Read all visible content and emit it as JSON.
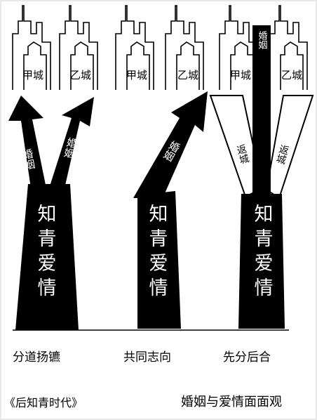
{
  "panels": [
    {
      "caption": "分道扬镳",
      "trunk": "知青爱情",
      "city_a": "甲城",
      "city_b": "乙城",
      "branch_left": "婚姻",
      "branch_right": "婚姻"
    },
    {
      "caption": "共同志向",
      "trunk": "知青爱情",
      "city_a": "甲城",
      "city_b": "乙城",
      "branch_right": "婚姻"
    },
    {
      "caption": "先分后合",
      "trunk": "知青爱情",
      "city_a": "甲城",
      "city_b": "乙城",
      "branch_center": "婚姻",
      "branch_left": "返城",
      "branch_right": "返城"
    }
  ],
  "footer": {
    "left": "《后知青时代》",
    "right": "婚姻与爱情面面观"
  },
  "colors": {
    "ink": "#000000",
    "paper": "#ffffff"
  }
}
